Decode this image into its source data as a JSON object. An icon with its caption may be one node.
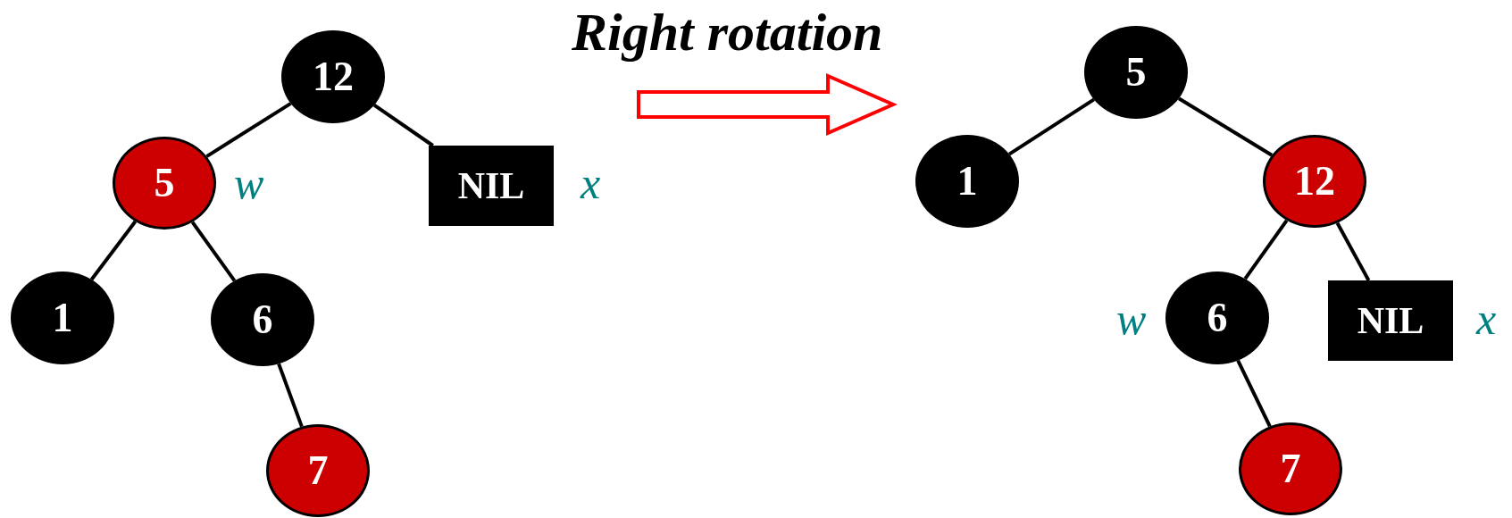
{
  "diagram": {
    "title": "Right rotation",
    "nodes": [
      {
        "text": [
          "12"
        ]
      },
      {
        "text": [
          "5"
        ],
        "beside": [
          "w"
        ]
      },
      {
        "text": [
          "NIL"
        ],
        "beside": [
          "x"
        ]
      },
      {
        "text": [
          "1"
        ]
      },
      {
        "text": [
          "6"
        ]
      },
      {
        "text": [
          "7"
        ]
      },
      {
        "text": [
          "5"
        ]
      },
      {
        "text": [
          "1"
        ]
      },
      {
        "text": [
          "12"
        ]
      },
      {
        "text": [
          "6"
        ],
        "beside": [
          "w"
        ]
      },
      {
        "text": [
          "NIL"
        ],
        "beside": [
          "x"
        ]
      },
      {
        "text": [
          "7"
        ]
      }
    ],
    "edges": [
      {
        "from": 0,
        "to": 1,
        "arrow": "none"
      },
      {
        "from": 0,
        "to": 2,
        "arrow": "none"
      },
      {
        "from": 1,
        "to": 3,
        "arrow": "none"
      },
      {
        "from": 1,
        "to": 4,
        "arrow": "none"
      },
      {
        "from": 4,
        "to": 5,
        "arrow": "none"
      },
      {
        "from": 6,
        "to": 7,
        "arrow": "none"
      },
      {
        "from": 6,
        "to": 8,
        "arrow": "none"
      },
      {
        "from": 8,
        "to": 9,
        "arrow": "none"
      },
      {
        "from": 8,
        "to": 10,
        "arrow": "none"
      },
      {
        "from": 9,
        "to": 11,
        "arrow": "none"
      }
    ]
  }
}
